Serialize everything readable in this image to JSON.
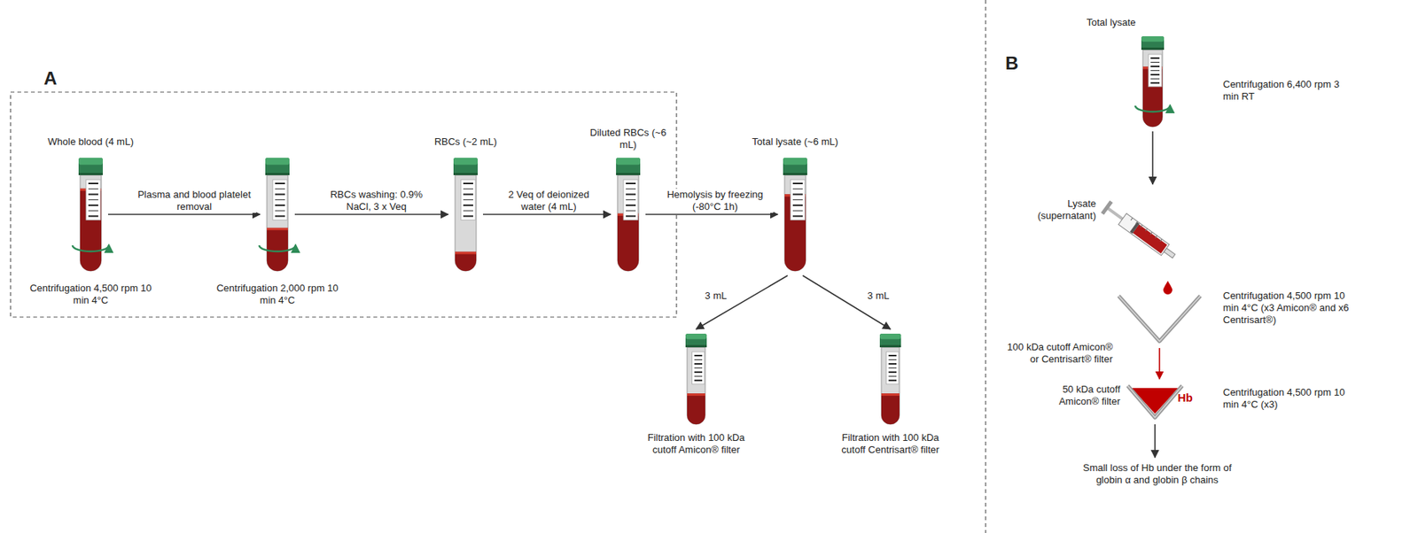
{
  "diagram": {
    "nodes": [
      {
        "text": [
          "Whole blood (4 mL)",
          "Centrifugation 4,500 rpm 10 min 4°C"
        ]
      },
      {
        "text": [
          "Centrifugation 2,000 rpm 10 min 4°C"
        ]
      },
      {
        "text": [
          "RBCs (~2 mL)"
        ]
      },
      {
        "text": [
          "Diluted RBCs (~6 mL)"
        ]
      },
      {
        "text": [
          "Total lysate (~6 mL)"
        ]
      },
      {
        "text": [
          "Filtration with 100 kDa cutoff Amicon® filter"
        ]
      },
      {
        "text": [
          "Filtration with 100 kDa cutoff Centrisart® filter"
        ]
      },
      {
        "text": [
          "Total lysate",
          "Centrifugation 6,400 rpm 3 min RT"
        ]
      },
      {
        "text": [
          "Lysate (supernatant)"
        ]
      },
      {
        "text": [
          "100 kDa cutoff Amicon® or Centrisart® filter",
          "Centrifugation 4,500 rpm 10 min 4°C (x3 Amicon® and x6 Centrisart®)"
        ]
      },
      {
        "text": [
          "50 kDa cutoff Amicon® filter",
          "Hb",
          "Centrifugation 4,500 rpm 10 min 4°C (x3)"
        ]
      },
      {
        "text": [
          "Small loss of Hb under the form of globin α and globin β chains"
        ]
      }
    ],
    "edges": [
      {
        "from": 0,
        "to": 1,
        "arrow": "to",
        "label": "Plasma and blood platelet removal"
      },
      {
        "from": 1,
        "to": 2,
        "arrow": "to",
        "label": "RBCs washing: 0.9% NaCl, 3 x Veq"
      },
      {
        "from": 2,
        "to": 3,
        "arrow": "to",
        "label": "2 Veq of deionized water (4 mL)"
      },
      {
        "from": 3,
        "to": 4,
        "arrow": "to",
        "label": "Hemolysis by freezing (-80°C 1h)"
      },
      {
        "from": 4,
        "to": 5,
        "arrow": "to",
        "label": "3 mL"
      },
      {
        "from": 4,
        "to": 6,
        "arrow": "to",
        "label": "3 mL"
      },
      {
        "from": 7,
        "to": 8,
        "arrow": "to"
      },
      {
        "from": 9,
        "to": 10,
        "arrow": "to"
      },
      {
        "from": 10,
        "to": 11,
        "arrow": "to"
      }
    ],
    "labels": [
      "A",
      "B"
    ]
  }
}
